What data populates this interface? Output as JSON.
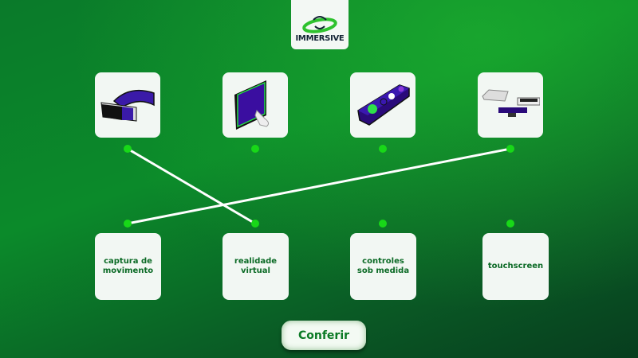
{
  "logo": {
    "text": "IMMERSIVE"
  },
  "devices": [
    {
      "icon": "vr-headset-icon"
    },
    {
      "icon": "touchscreen-icon"
    },
    {
      "icon": "custom-controller-icon"
    },
    {
      "icon": "motion-capture-icon"
    }
  ],
  "options": [
    {
      "label": "captura de movimento"
    },
    {
      "label": "realidade virtual"
    },
    {
      "label": "controles sob medida"
    },
    {
      "label": "touchscreen"
    }
  ],
  "connections": [
    {
      "from": 0,
      "to": 1
    },
    {
      "from": 3,
      "to": 0
    }
  ],
  "colors": {
    "accent": "#18d818",
    "line": "#ffffff"
  },
  "button": {
    "label": "Conferir"
  }
}
